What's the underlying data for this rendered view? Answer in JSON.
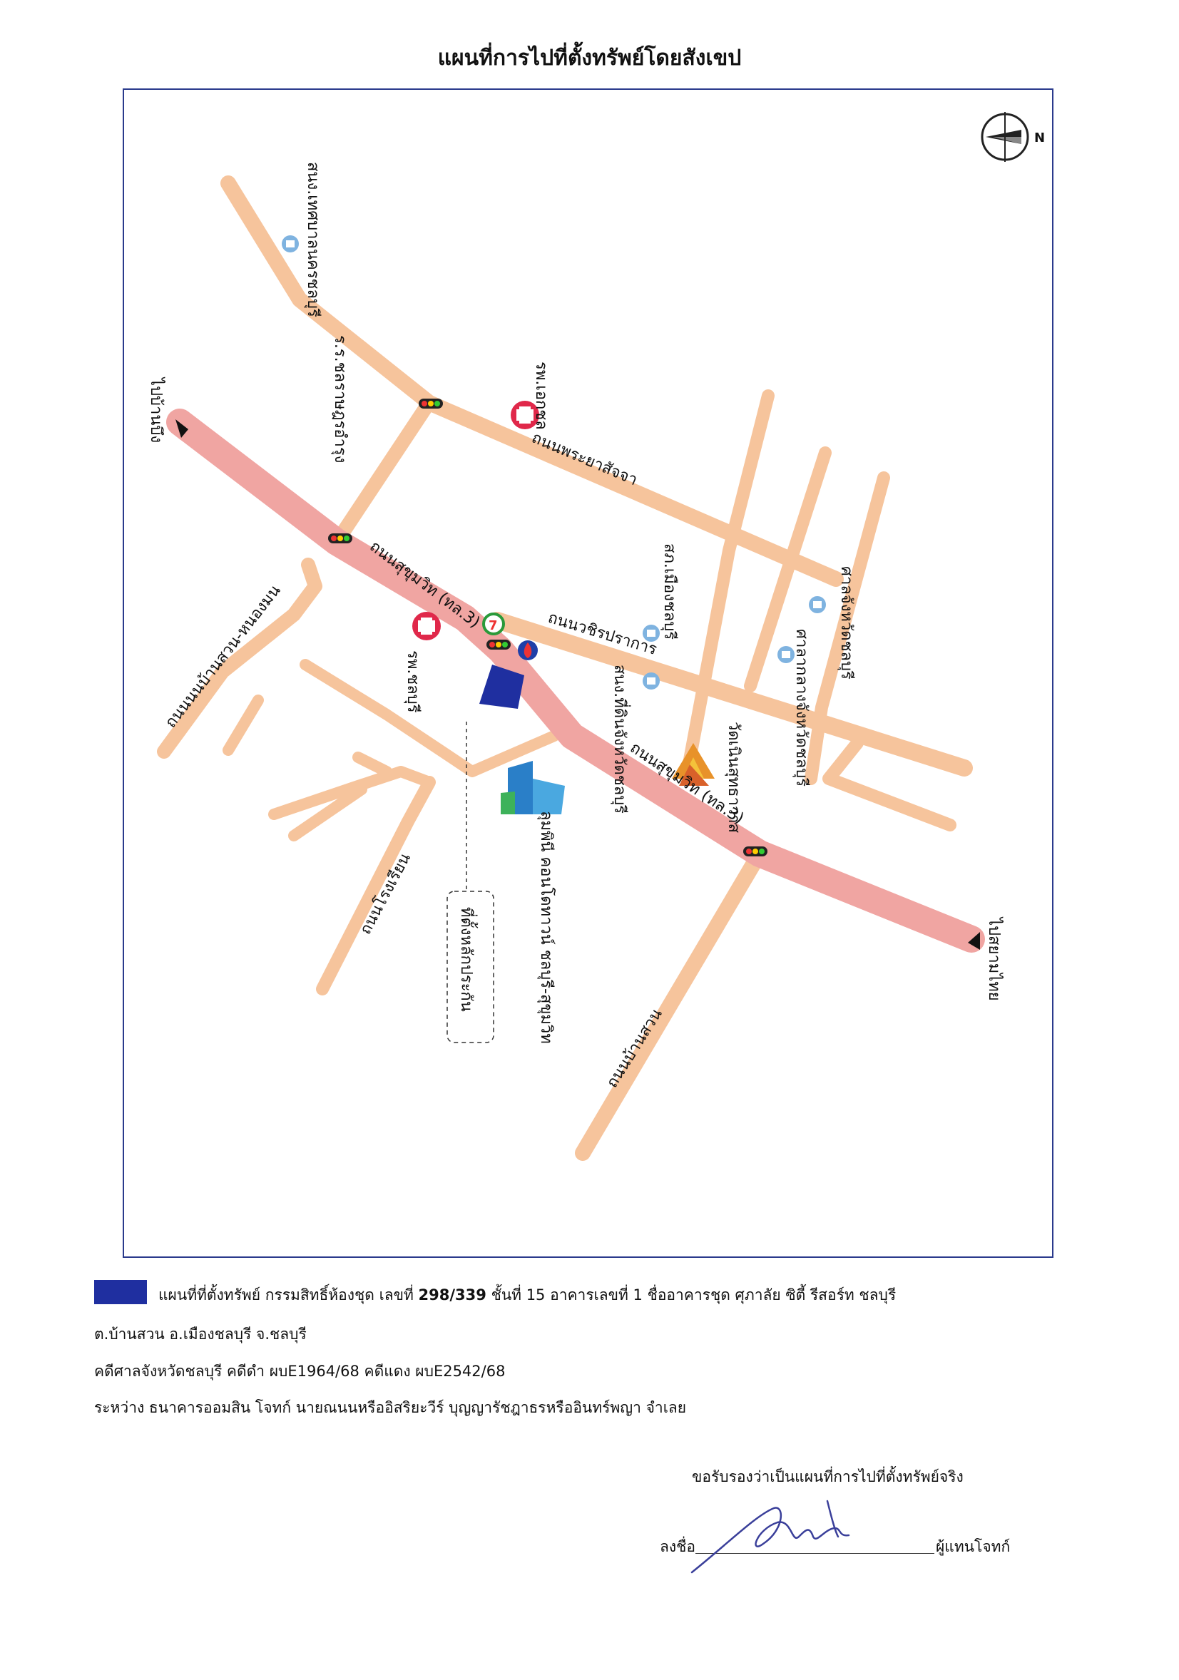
{
  "title": "แผนที่การไปที่ตั้งทรัพย์โดยสังเขป",
  "compass_letter": "N",
  "roads": {
    "phraya_satcha": "ถนนพระยาสัจจา",
    "sukhumvit_1": "ถนนสุขุมวิท (ทล.3)",
    "sukhumvit_2": "ถนนสุขุมวิท (ทล.3)",
    "wachira": "ถนนวชิรปราการ",
    "nong_mon": "ถนนนนบ้านสวน-หนองมน",
    "ban_suan": "ถนนบ้านสวน",
    "rai_ngam": "ถนนโรงเรียน"
  },
  "places": {
    "ban_bueng": "ไปบ้านบึง",
    "siam_thai": "ไปสยามไทย",
    "to_nakhon": "สนง.เทศบาลนครชลบุรี",
    "school": "ร.ร.ชลราษฎรอำรุง",
    "aekchol": "รพ.เอกชล",
    "chonburi_hosp": "รพ.ชลบุรี",
    "land_office": "สนง.ที่ดินจังหวัดชลบุรี",
    "police": "สภ.เมืองชลบุรี",
    "provincial_court": "ศาลจังหวัดชลบุรี",
    "central_court": "ศาลากลางจังหวัดชลบุรี",
    "temple": "วัดเนินสุทธาวาส",
    "condo": "ลุมพินี คอนโดทาวน์ ชลบุรี-สุขุมวิท",
    "pointer": "ที่ตั้งหลักประกัน",
    "gas_ptt": "PTT",
    "gas_7": "7"
  },
  "legend": {
    "color": "#1f2fa0",
    "line1_pre": "แผนที่ที่ตั้งทรัพย์ กรรมสิทธิ์ห้องชุด เลขที่",
    "line1_no": "298/339",
    "line1_post": "ชั้นที่ 15 อาคารเลขที่ 1 ชื่ออาคารชุด ศุภาลัย ซิตี้ รีสอร์ท ชลบุรี",
    "line2": "ต.บ้านสวน อ.เมืองชลบุรี จ.ชลบุรี",
    "line3": "คดีศาลจังหวัดชลบุรี  คดีดำ ผบE1964/68  คดีแดง ผบE2542/68",
    "line4": "ระหว่าง  ธนาคารออมสิน  โจทก์   นายณนนหรืออิสริยะวีร์ บุญญารัชฎาธรหรืออินทร์พญา   จำเลย"
  },
  "certify": {
    "statement": "ขอรับรองว่าเป็นแผนที่การไปที่ตั้งทรัพย์จริง",
    "sign_label": "ลงชื่อ",
    "role": "ผู้แทนโจทก์"
  },
  "colors": {
    "road": "#f6c49c",
    "main_road": "#f0a5a2",
    "frame": "#2a3a8c",
    "property": "#1f2fa0",
    "hospital": "#e0284a",
    "gov": "#7fb3e0"
  }
}
